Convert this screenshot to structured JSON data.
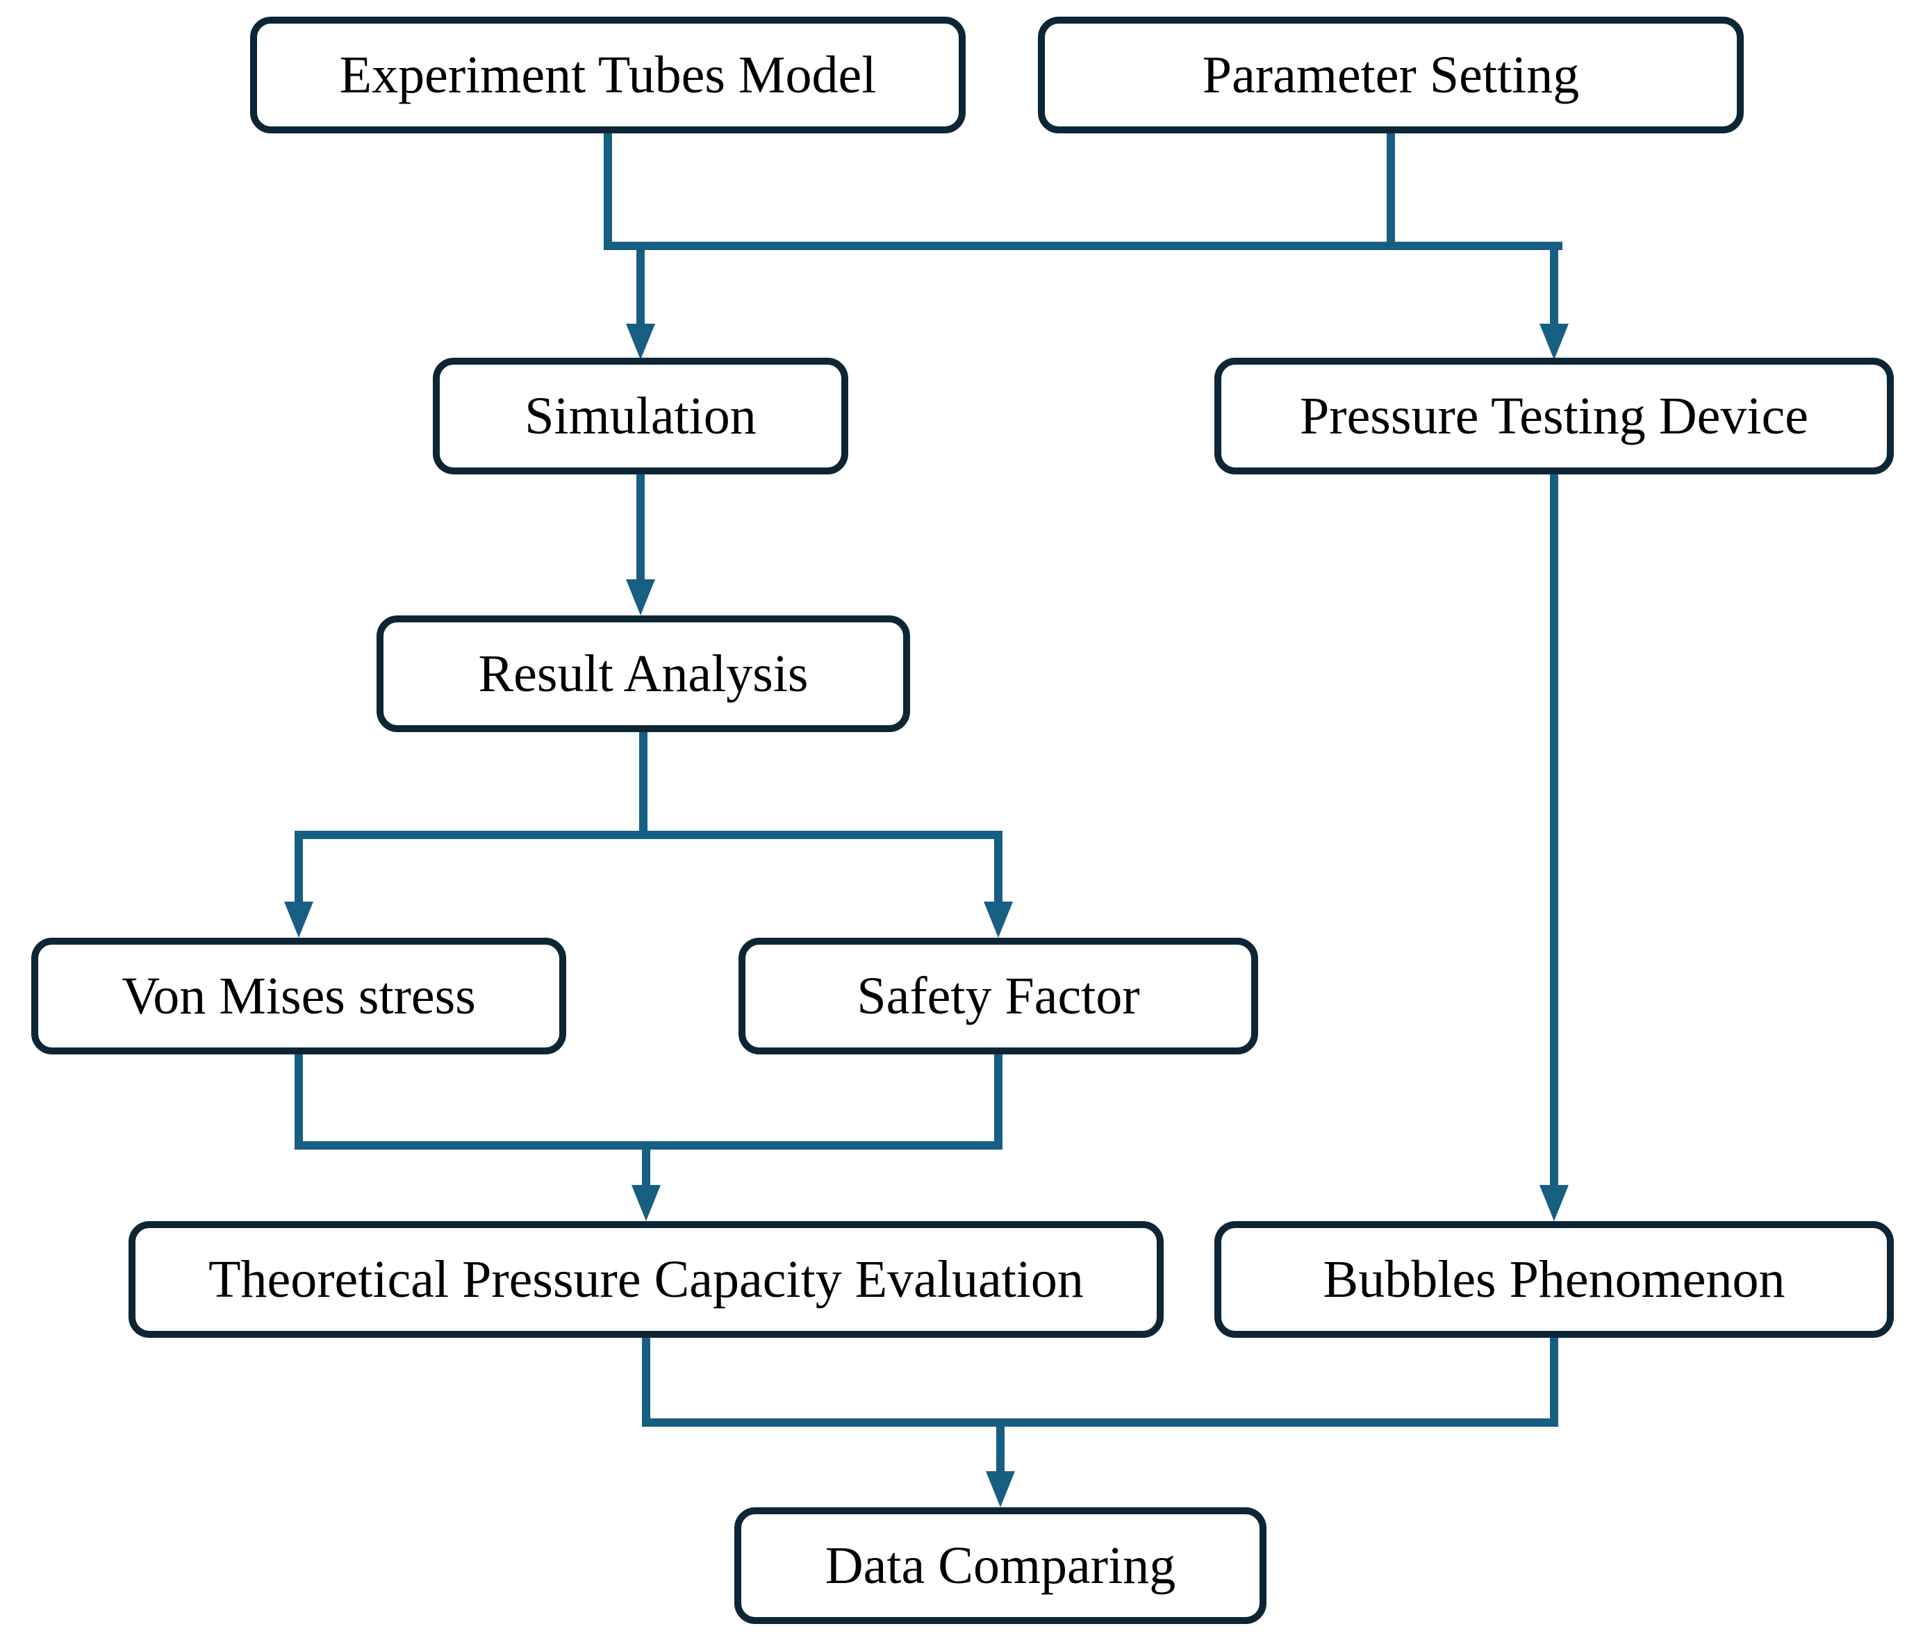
{
  "diagram": {
    "type": "flowchart",
    "colors": {
      "node_border": "#0d2636",
      "node_fill": "#ffffff",
      "connector": "#175e83",
      "text": "#000000",
      "background": "#ffffff"
    },
    "nodes": [
      {
        "id": "experiment-tubes-model",
        "label": "Experiment Tubes Model"
      },
      {
        "id": "parameter-setting",
        "label": "Parameter Setting"
      },
      {
        "id": "simulation",
        "label": "Simulation"
      },
      {
        "id": "pressure-testing-device",
        "label": "Pressure Testing Device"
      },
      {
        "id": "result-analysis",
        "label": "Result Analysis"
      },
      {
        "id": "von-mises-stress",
        "label": "Von Mises stress"
      },
      {
        "id": "safety-factor",
        "label": "Safety Factor"
      },
      {
        "id": "theoretical-pressure-capacity-evaluation",
        "label": "Theoretical Pressure Capacity Evaluation"
      },
      {
        "id": "bubbles-phenomenon",
        "label": "Bubbles Phenomenon"
      },
      {
        "id": "data-comparing",
        "label": "Data Comparing"
      }
    ],
    "edges": [
      {
        "from": "experiment-tubes-model",
        "to": "simulation"
      },
      {
        "from": "experiment-tubes-model",
        "to": "pressure-testing-device"
      },
      {
        "from": "parameter-setting",
        "to": "simulation"
      },
      {
        "from": "parameter-setting",
        "to": "pressure-testing-device"
      },
      {
        "from": "simulation",
        "to": "result-analysis"
      },
      {
        "from": "result-analysis",
        "to": "von-mises-stress"
      },
      {
        "from": "result-analysis",
        "to": "safety-factor"
      },
      {
        "from": "von-mises-stress",
        "to": "theoretical-pressure-capacity-evaluation"
      },
      {
        "from": "safety-factor",
        "to": "theoretical-pressure-capacity-evaluation"
      },
      {
        "from": "pressure-testing-device",
        "to": "bubbles-phenomenon"
      },
      {
        "from": "theoretical-pressure-capacity-evaluation",
        "to": "data-comparing"
      },
      {
        "from": "bubbles-phenomenon",
        "to": "data-comparing"
      }
    ]
  }
}
